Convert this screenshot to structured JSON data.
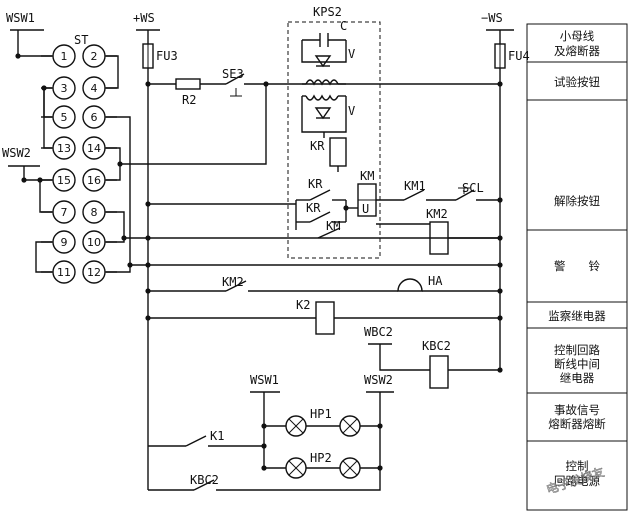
{
  "rails": {
    "positive": "+WS",
    "negative": "−WS",
    "bus1": "WSW1",
    "bus2": "WSW2"
  },
  "switch": {
    "label": "ST",
    "terminals": [
      "1",
      "2",
      "3",
      "4",
      "5",
      "6",
      "13",
      "14",
      "15",
      "16",
      "7",
      "8",
      "9",
      "10",
      "11",
      "12"
    ]
  },
  "components": {
    "fu3": "FU3",
    "fu4": "FU4",
    "r2": "R2",
    "se3": "SE3",
    "kps2": "KPS2",
    "c": "C",
    "v1": "V",
    "v2": "V",
    "kr_coil": "KR",
    "kr1": "KR",
    "kr2": "KR",
    "km_coil": "KM",
    "km_u": "U",
    "km1": "KM1",
    "scl": "SCL",
    "km2_coil": "KM2",
    "km_contact": "KM",
    "km2_contact": "KM2",
    "ha": "HA",
    "k2": "K2",
    "wbc2": "WBC2",
    "kbc2_coil": "KBC2",
    "wsw1_lower": "WSW1",
    "wsw2_lower": "WSW2",
    "hp1": "HP1",
    "hp2": "HP2",
    "k1": "K1",
    "kbc2_contact": "KBC2"
  },
  "panel": {
    "items": [
      "小母线",
      "及熔断器",
      "试验按钮",
      "解除按钮",
      "警　　铃",
      "监察继电器",
      "控制回路",
      "断线中间",
      "继电器",
      "事故信号",
      "熔断器熔断",
      "控制",
      "回路电源"
    ]
  },
  "watermark": {
    "text": "电子发烧友"
  }
}
